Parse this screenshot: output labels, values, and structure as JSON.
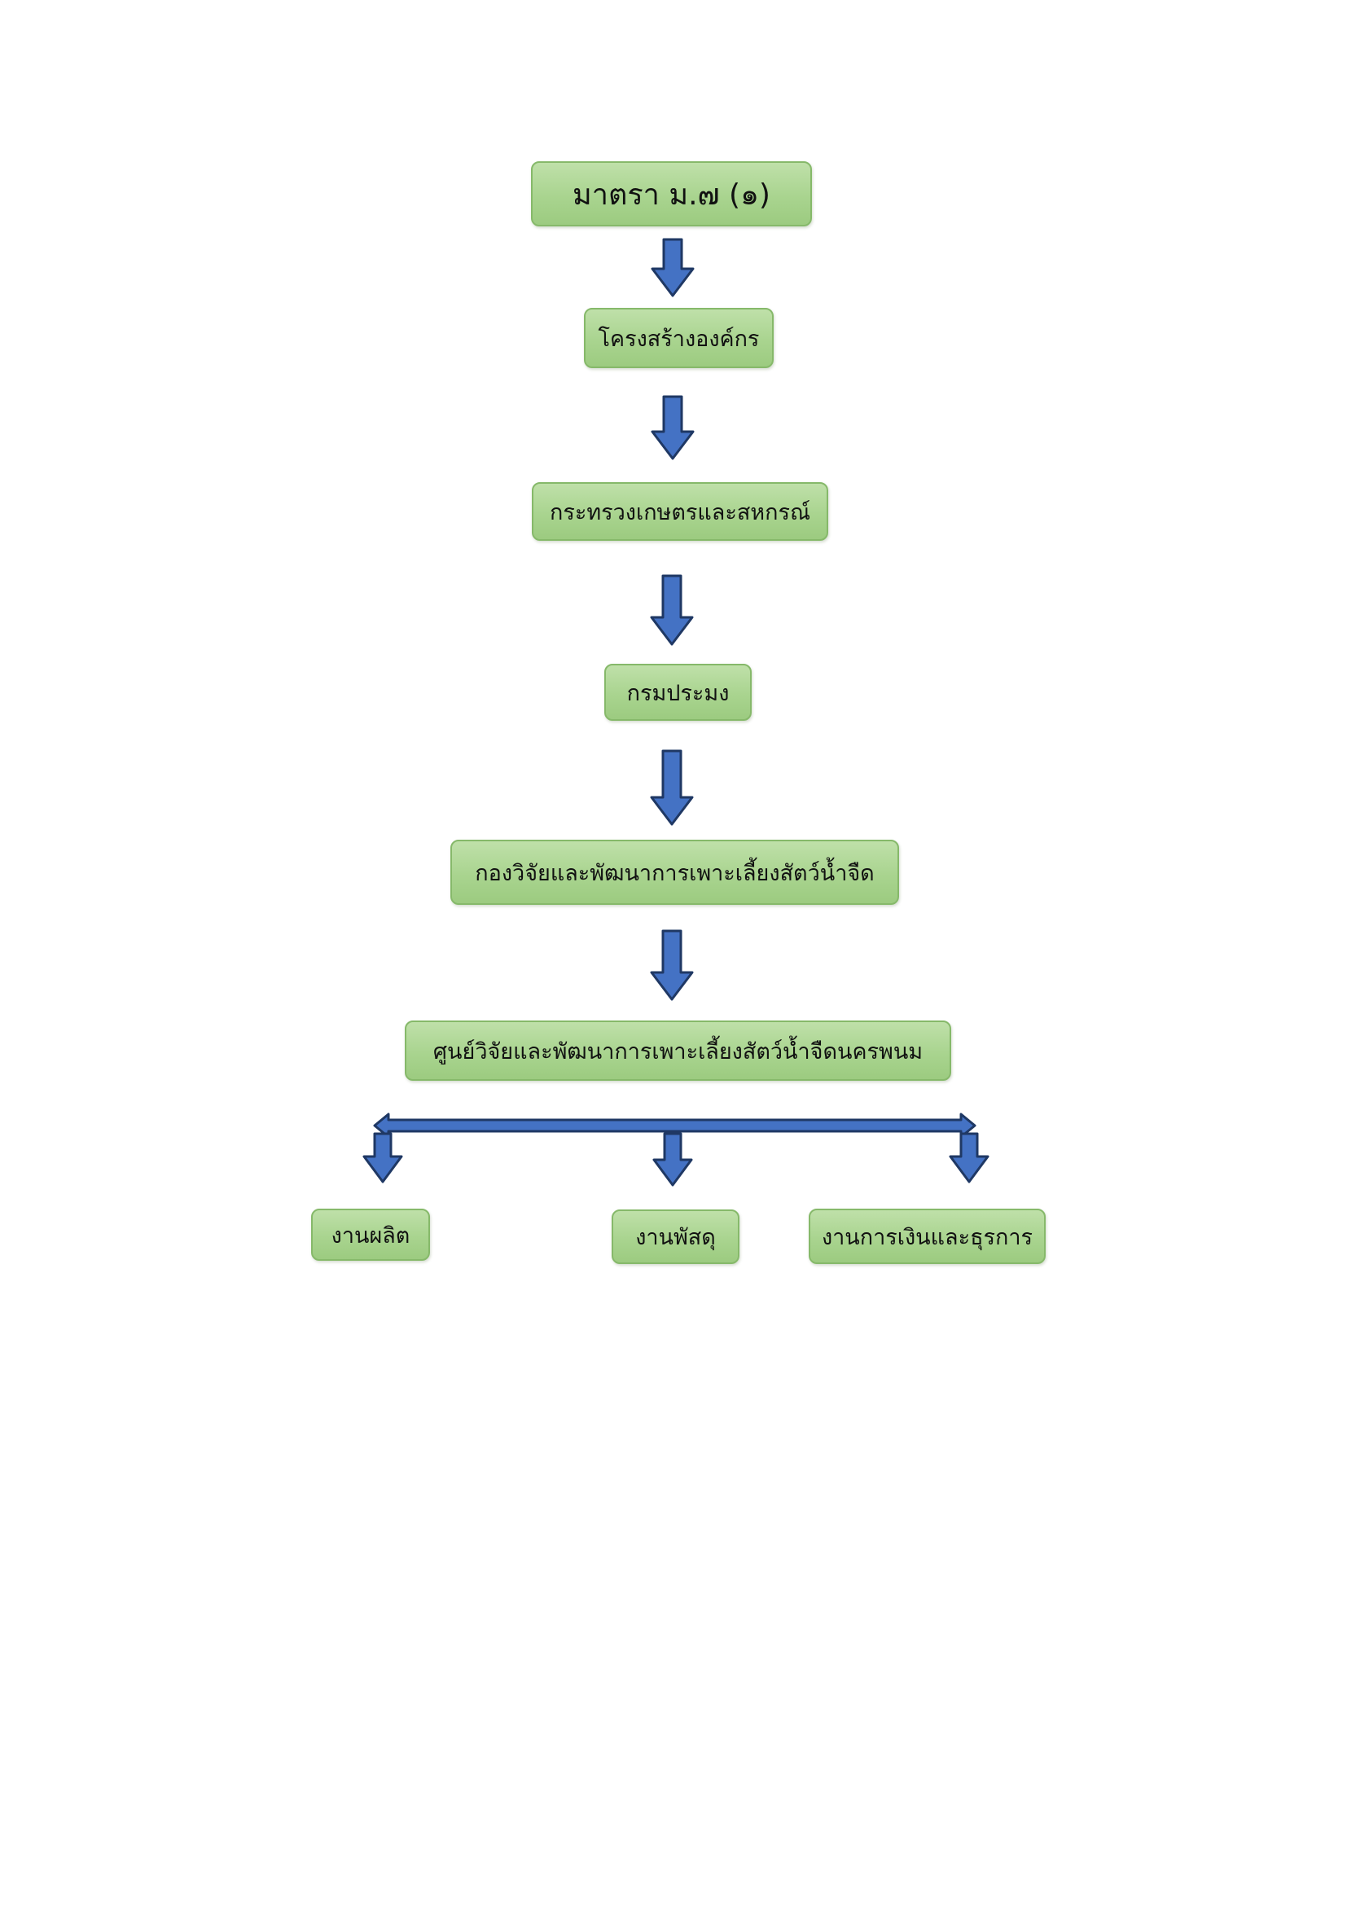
{
  "colors": {
    "node_fill": "#a9d48f",
    "node_border": "#86b96a",
    "arrow_fill": "#4472c4",
    "arrow_stroke": "#1f3864"
  },
  "chart": {
    "root": "มาตรา ม.๗ (๑)",
    "levels": [
      "โครงสร้างองค์กร",
      "กระทรวงเกษตรและสหกรณ์",
      "กรมประมง",
      "กองวิจัยและพัฒนาการเพาะเลี้ยงสัตว์น้ำจืด",
      "ศูนย์วิจัยและพัฒนาการเพาะเลี้ยงสัตว์น้ำจืดนครพนม"
    ],
    "units": [
      "งานผลิต",
      "งานพัสดุ",
      "งานการเงินและธุรการ"
    ]
  }
}
